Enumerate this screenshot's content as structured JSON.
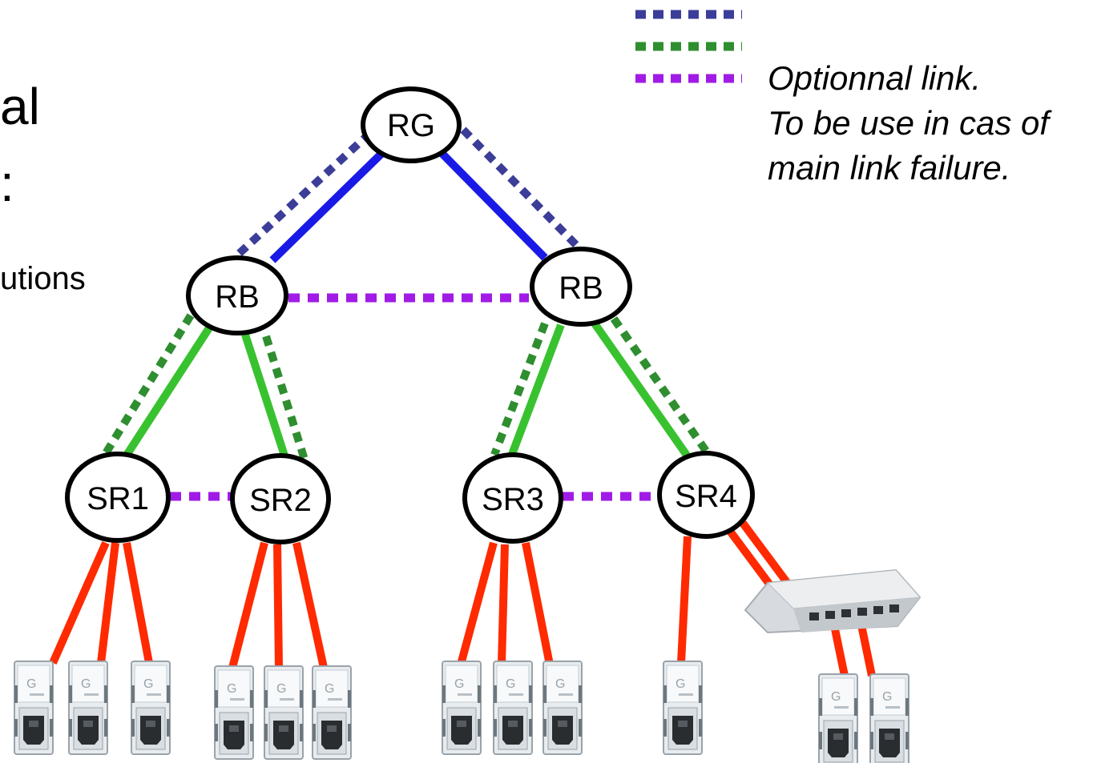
{
  "left_text": {
    "line1": "al",
    "line2": ":",
    "line3": "utions"
  },
  "legend": {
    "line_colors": {
      "level1": "#3b3d99",
      "level2": "#2f8e2f",
      "optional": "#a11be6"
    },
    "optional_text": [
      "Optionnal link.",
      "To be use in cas of",
      "main link failure."
    ]
  },
  "nodes": {
    "rg": "RG",
    "rb_left": "RB",
    "rb_right": "RB",
    "sr1": "SR1",
    "sr2": "SR2",
    "sr3": "SR3",
    "sr4": "SR4"
  },
  "link_colors": {
    "main_level1": "#1a1ae6",
    "backup_level1": "#3b3d99",
    "main_level2": "#39c22f",
    "backup_level2": "#2f8e2f",
    "optional": "#a11be6",
    "endpoint": "#ff2a00"
  },
  "devices": {
    "socket_icon": "rj45-wall-socket",
    "switch_icon": "network-switch-box"
  }
}
